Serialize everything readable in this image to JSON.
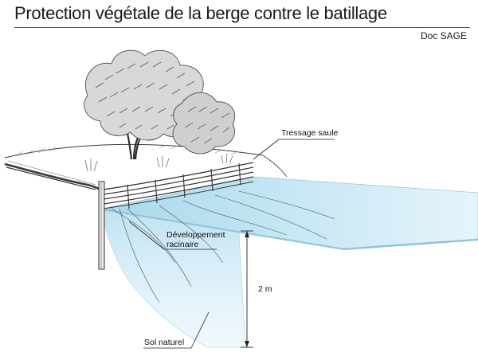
{
  "title": "Protection végétale de la berge contre le batillage",
  "source": "Doc SAGE",
  "labels": {
    "tressage": "Tressage saule",
    "racinaire": "Développement racinaire",
    "hauteur": "2 m",
    "sol": "Sol naturel"
  },
  "colors": {
    "water": "#bfe3f2",
    "water_edge": "#9ccbe0",
    "title_rule": "#3b4bb4",
    "pencil": "#3a3a3a"
  }
}
